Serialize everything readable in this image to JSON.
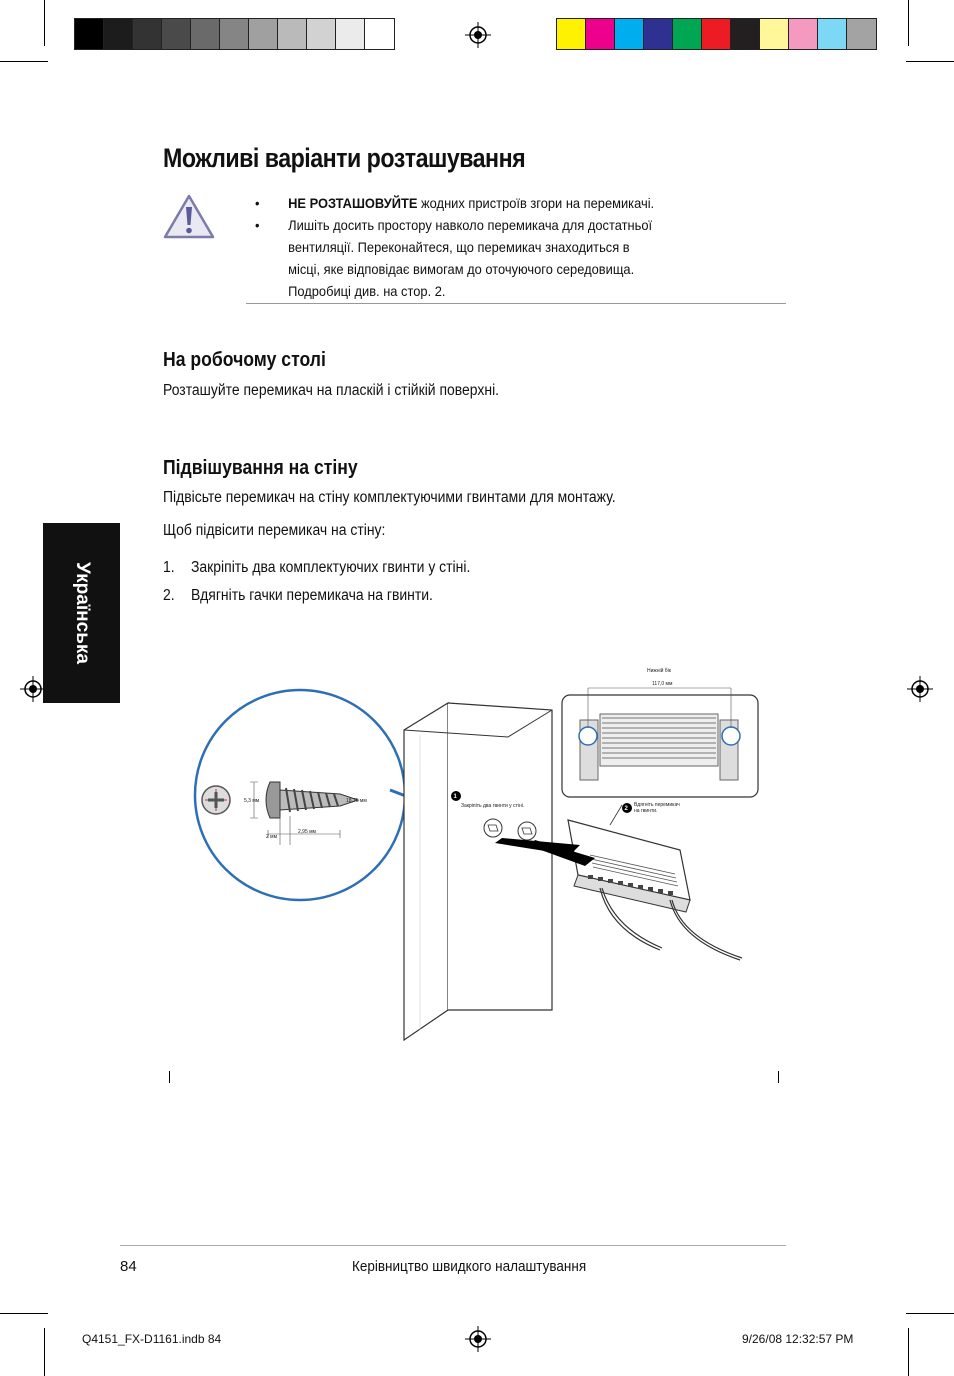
{
  "color_bar_left": [
    "#000000",
    "#1c1c1c",
    "#333333",
    "#4a4a4a",
    "#6a6a6a",
    "#858585",
    "#a0a0a0",
    "#bababa",
    "#d2d2d2",
    "#ebebeb",
    "#ffffff"
  ],
  "color_bar_right": [
    "#fff200",
    "#ec008c",
    "#00aeef",
    "#2e3192",
    "#00a651",
    "#ed1c24",
    "#231f20",
    "#fff799",
    "#f49ac1",
    "#7dd8f5",
    "#a3a3a3"
  ],
  "page_title": "Можливі варіанти розташування",
  "warning": {
    "bullet": "•",
    "item1_bold": "НЕ РОЗТАШОВУЙТЕ",
    "item1_rest": " жодних пристроїв згори на перемикачі.",
    "item2": "Лишіть досить простору навколо перемикача для достатньої вентиляції. Переконайтеся, що перемикач знаходиться в місці, яке відповідає вимогам до оточуючого середовища. Подробиці див. на стор. 2."
  },
  "desk": {
    "heading": "На робочому столі",
    "text": "Розташуйте перемикач на пласкій і стійкій поверхні."
  },
  "wall": {
    "heading": "Підвішування на стіну",
    "text1": "Підвісьте перемикач на стіну комплектуючими гвинтами для монтажу.",
    "text2": "Щоб підвісити перемикач на стіну:",
    "steps": [
      {
        "num": "1.",
        "text": "Закріпіть два комплектуючих гвинти у стіні."
      },
      {
        "num": "2.",
        "text": "Вдягніть гачки перемикача на гвинти."
      }
    ]
  },
  "side_tab": "Українська",
  "figure": {
    "bottom_side": "Нижній бік",
    "width_dim": "117,0 мм",
    "step1_num": "1",
    "step1_label": "Закріпіть два гвинти у стіні.",
    "step2_num": "2",
    "step2_label_1": "Вдягніть перемикач",
    "step2_label_2": "на гвинти.",
    "screw_head": "5,3 мм",
    "screw_length": "18,75 мм",
    "screw_thread": "2,95 мм",
    "screw_shank": "2 мм"
  },
  "footer": {
    "page_number": "84",
    "title": "Керівництво швидкого налаштування"
  },
  "slug": {
    "file": "Q4151_FX-D1161.indb   84",
    "datetime": "9/26/08   12:32:57 PM"
  }
}
